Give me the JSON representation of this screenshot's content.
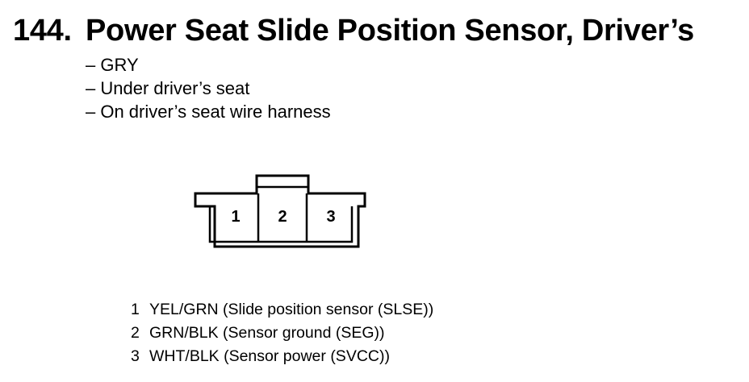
{
  "header": {
    "number": "144.",
    "title": "Power Seat Slide Position Sensor, Driver’s"
  },
  "details": [
    "– GRY",
    "– Under driver’s seat",
    "– On driver’s seat wire harness"
  ],
  "connector": {
    "pins": [
      "1",
      "2",
      "3"
    ]
  },
  "pinout": [
    {
      "pin": "1",
      "description": "YEL/GRN (Slide position sensor (SLSE))"
    },
    {
      "pin": "2",
      "description": "GRN/BLK (Sensor ground (SEG))"
    },
    {
      "pin": "3",
      "description": "WHT/BLK (Sensor power (SVCC))"
    }
  ]
}
